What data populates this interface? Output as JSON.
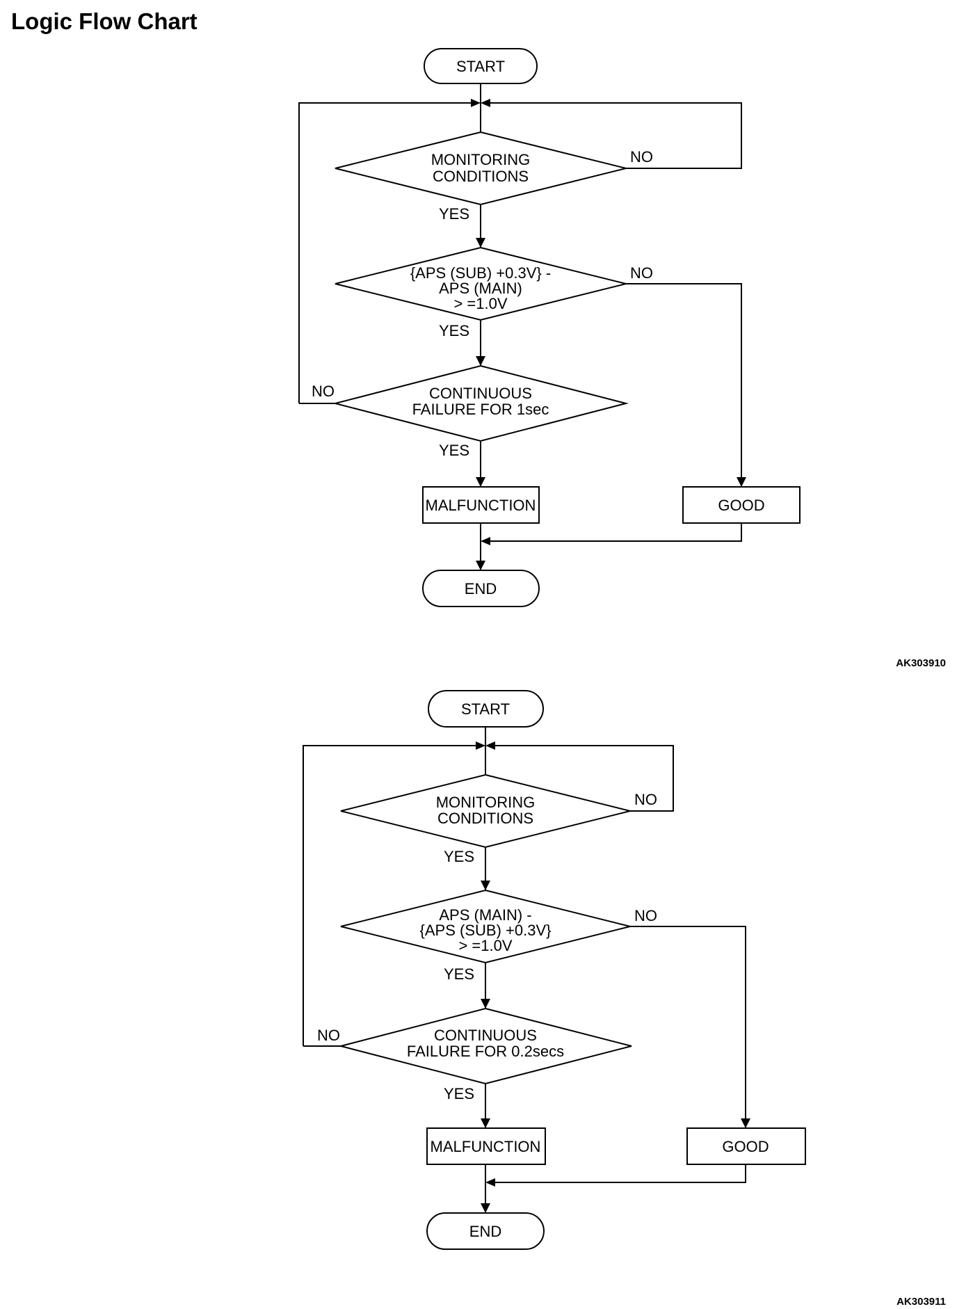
{
  "page": {
    "title": "Logic Flow Chart"
  },
  "chart1": {
    "figure_id": "AK303910",
    "start": "START",
    "d1": [
      "MONITORING",
      "CONDITIONS"
    ],
    "d2": [
      "{APS (SUB) +0.3V} -",
      "APS (MAIN)",
      "> =1.0V"
    ],
    "d3": [
      "CONTINUOUS",
      "FAILURE FOR 1sec"
    ],
    "malfunction": "MALFUNCTION",
    "good": "GOOD",
    "end": "END",
    "yes": "YES",
    "no": "NO"
  },
  "chart2": {
    "figure_id": "AK303911",
    "start": "START",
    "d1": [
      "MONITORING",
      "CONDITIONS"
    ],
    "d2": [
      "APS (MAIN) -",
      "{APS (SUB) +0.3V}",
      "> =1.0V"
    ],
    "d3": [
      "CONTINUOUS",
      "FAILURE FOR 0.2secs"
    ],
    "malfunction": "MALFUNCTION",
    "good": "GOOD",
    "end": "END",
    "yes": "YES",
    "no": "NO"
  }
}
